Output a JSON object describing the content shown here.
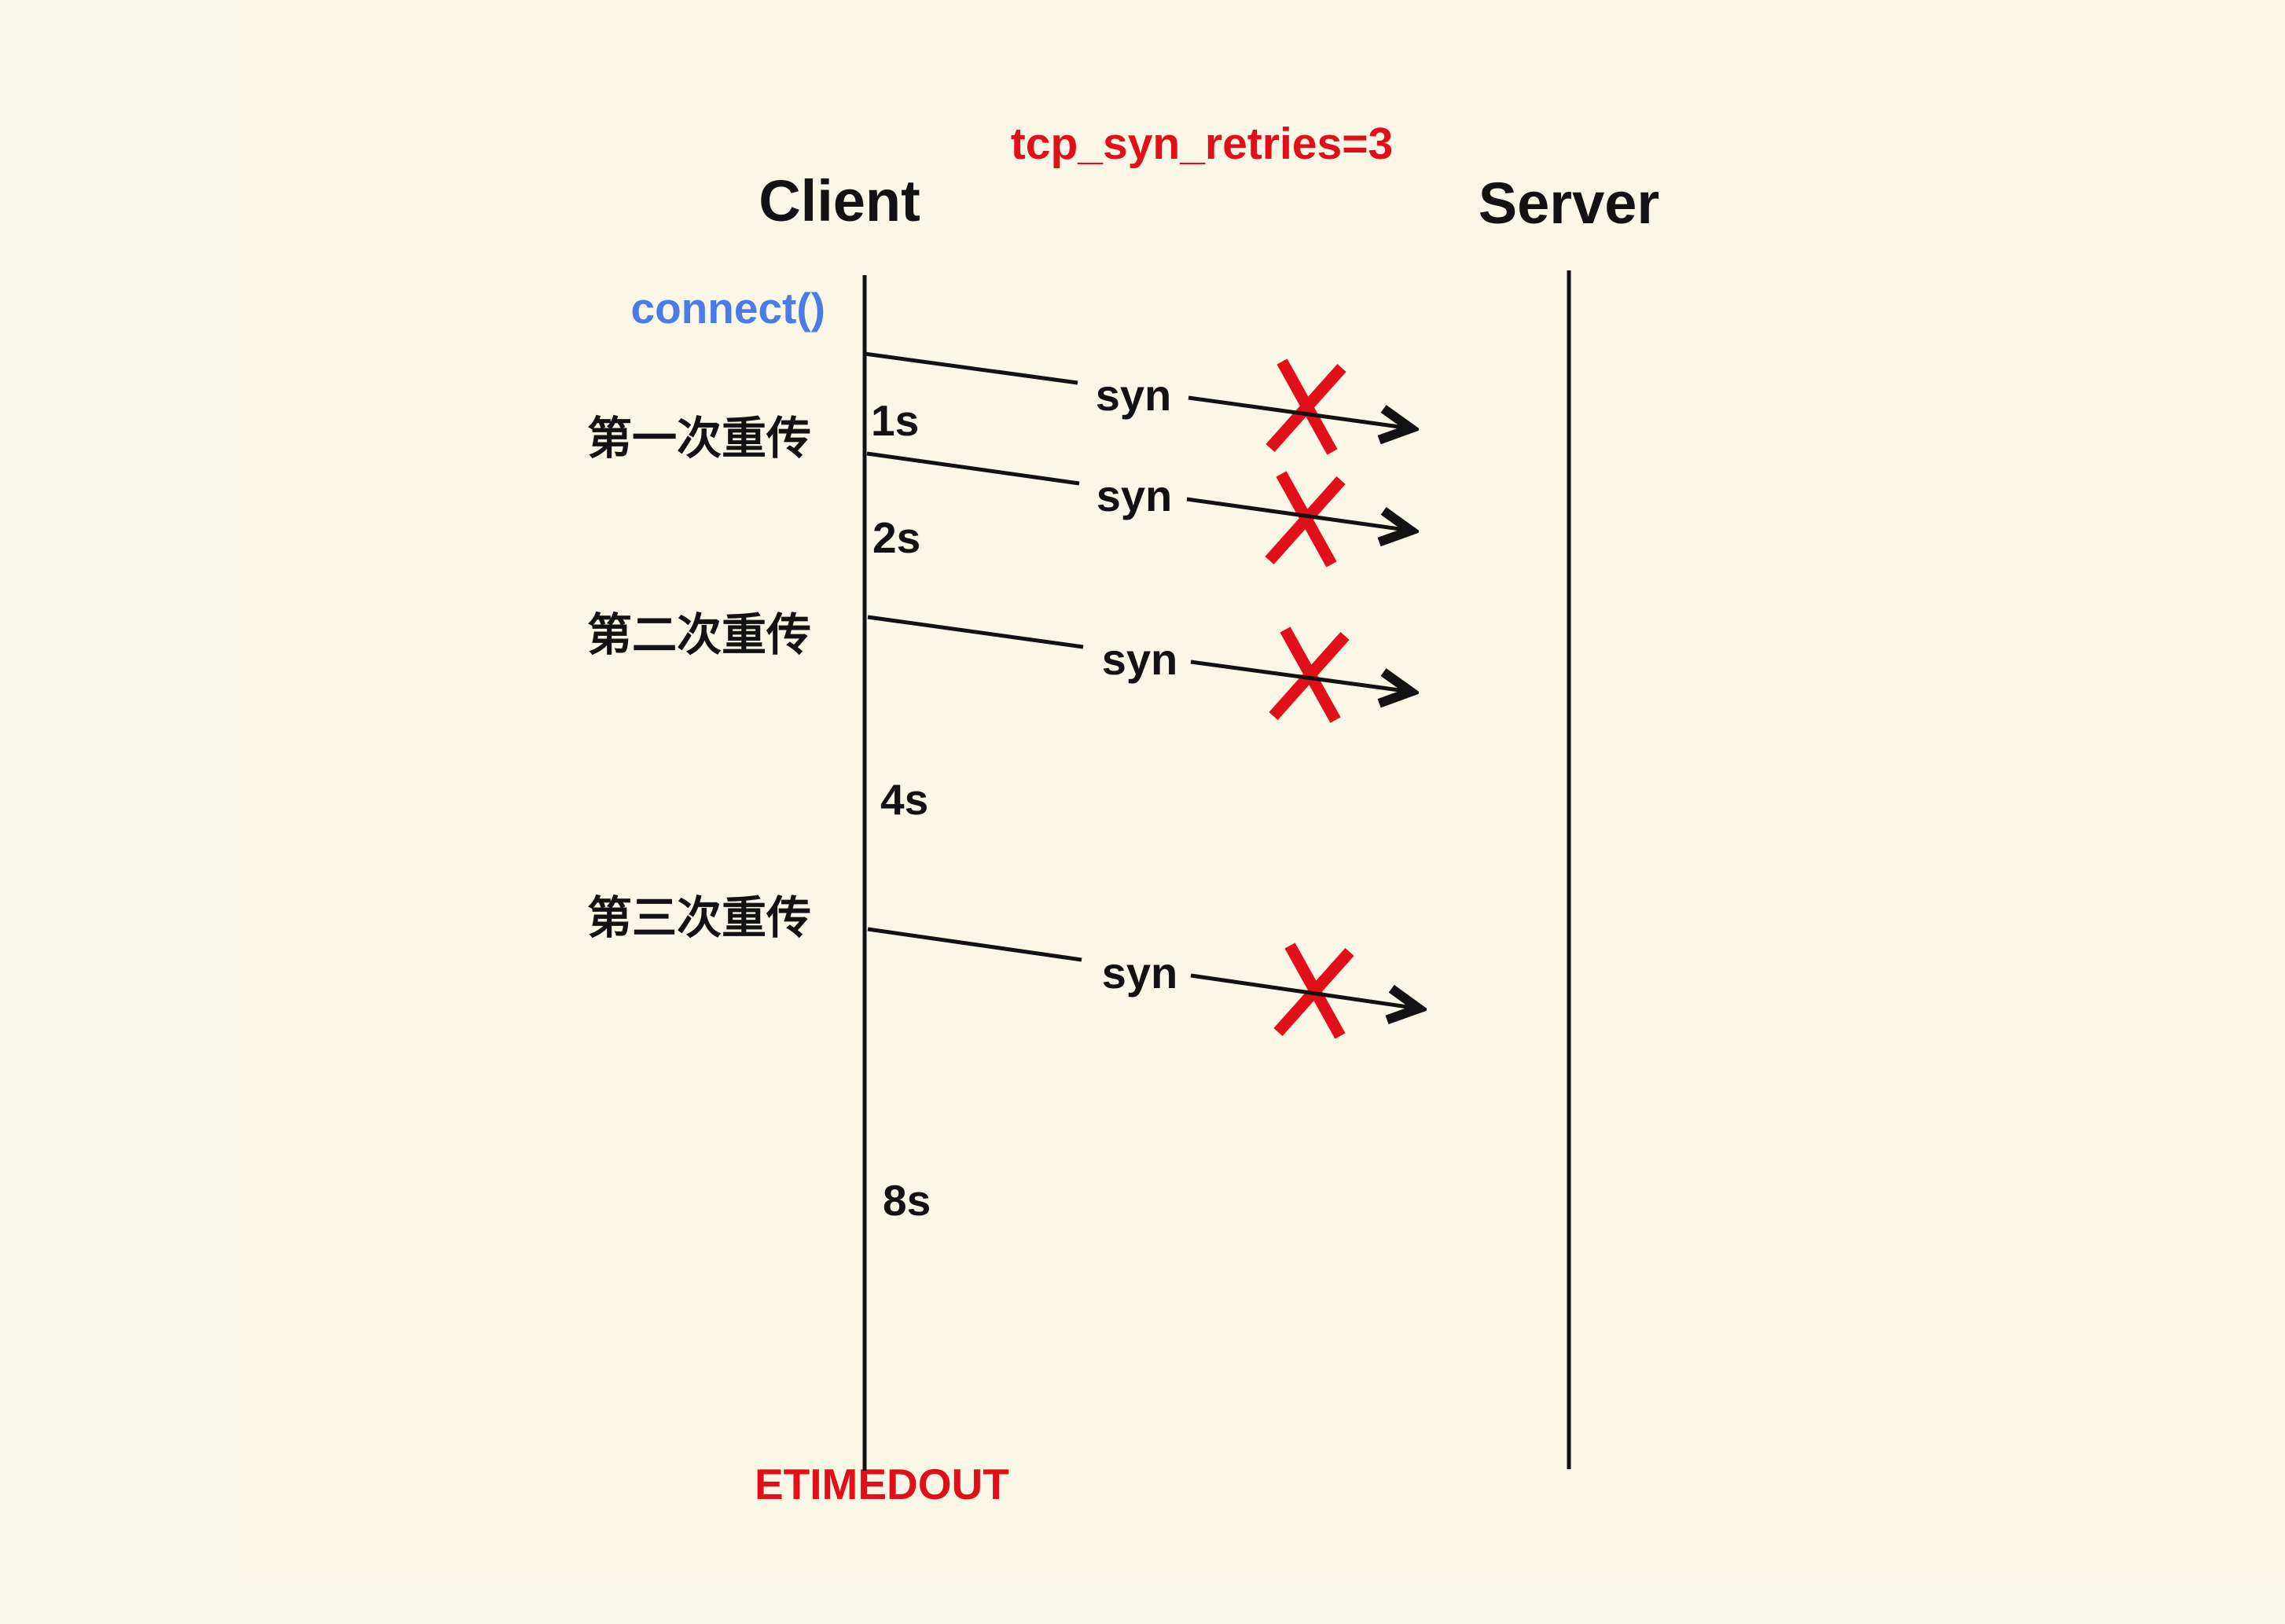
{
  "colors": {
    "background": "#fbf7e7",
    "margin_strip": "#f9f7ee",
    "ink": "#121212",
    "accent_red": "#e00f1a",
    "accent_blue": "#4a7be6"
  },
  "header": {
    "title": "tcp_syn_retries=3",
    "client_label": "Client",
    "server_label": "Server"
  },
  "client_events": {
    "connect_label": "connect()",
    "timeout_label": "ETIMEDOUT"
  },
  "syn_attempts": [
    {
      "label": "syn",
      "result": "dropped"
    },
    {
      "label": "syn",
      "result": "dropped"
    },
    {
      "label": "syn",
      "result": "dropped"
    },
    {
      "label": "syn",
      "result": "dropped"
    }
  ],
  "wait_intervals": [
    {
      "label": "1s"
    },
    {
      "label": "2s"
    },
    {
      "label": "4s"
    },
    {
      "label": "8s"
    }
  ],
  "retransmissions": [
    {
      "label": "第一次重传"
    },
    {
      "label": "第二次重传"
    },
    {
      "label": "第三次重传"
    }
  ]
}
